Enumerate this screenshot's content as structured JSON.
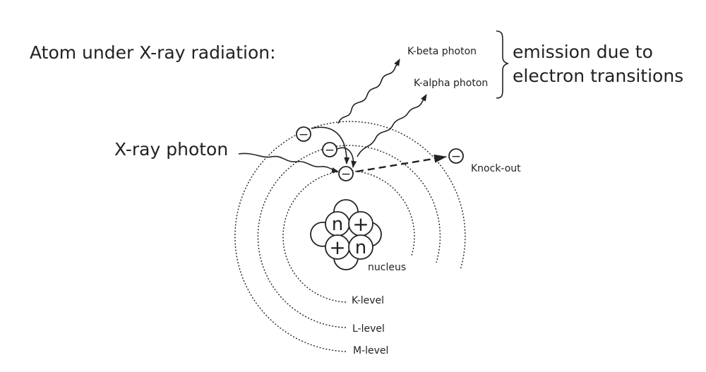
{
  "title": "Atom under X-ray radiation:",
  "labels": {
    "xray_photon": "X-ray photon",
    "k_beta": "K-beta photon",
    "k_alpha": "K-alpha photon",
    "emission_line1": "emission due to",
    "emission_line2": "electron transitions",
    "knock_out": "Knock-out",
    "nucleus": "nucleus",
    "k_level": "K-level",
    "l_level": "L-level",
    "m_level": "M-level"
  },
  "symbols": {
    "electron": "−",
    "neutron": "n",
    "proton": "+"
  }
}
